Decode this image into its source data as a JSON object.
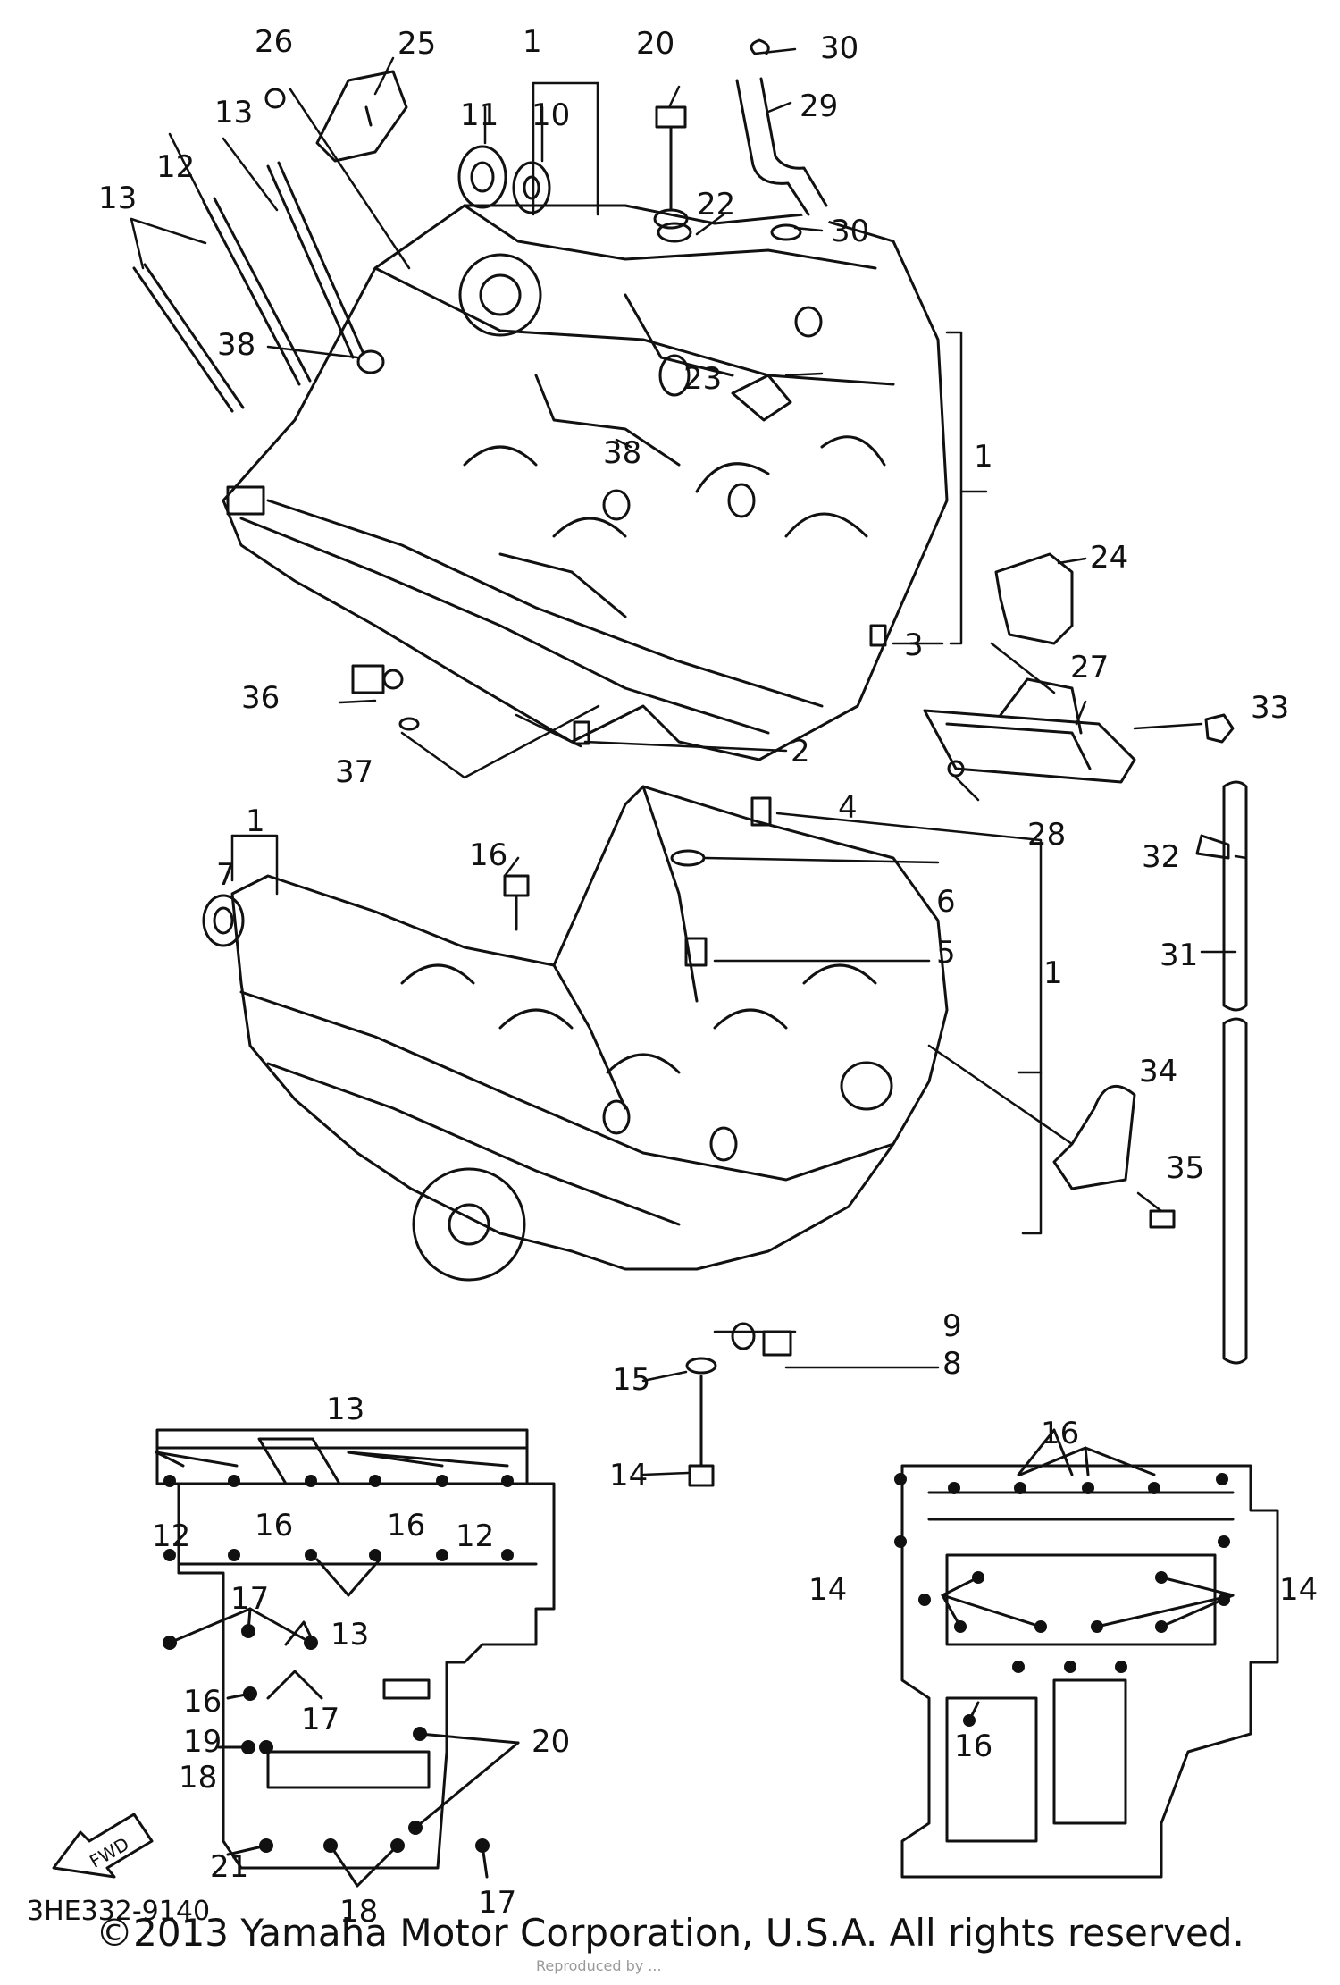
{
  "callouts": [
    "1",
    "1",
    "1",
    "1",
    "2",
    "3",
    "4",
    "5",
    "6",
    "7",
    "8",
    "9",
    "10",
    "11",
    "12",
    "12",
    "12",
    "13",
    "13",
    "13",
    "13",
    "14",
    "14",
    "14",
    "15",
    "16",
    "16",
    "16",
    "16",
    "16",
    "16",
    "17",
    "17",
    "17",
    "18",
    "18",
    "19",
    "20",
    "20",
    "21",
    "22",
    "23",
    "24",
    "25",
    "26",
    "27",
    "28",
    "29",
    "30",
    "30",
    "31",
    "32",
    "33",
    "34",
    "35",
    "36",
    "37",
    "38",
    "38"
  ],
  "fwd_label": "FWD",
  "diagram_code": "3HE332-9140",
  "copyright": "©2013 Yamaha Motor Corporation, U.S.A. All rights reserved.",
  "faint_text": "Reproduced by ...",
  "colors": {
    "ink": "#111111",
    "background": "#ffffff"
  },
  "icons": [
    "forward-arrow-icon"
  ]
}
